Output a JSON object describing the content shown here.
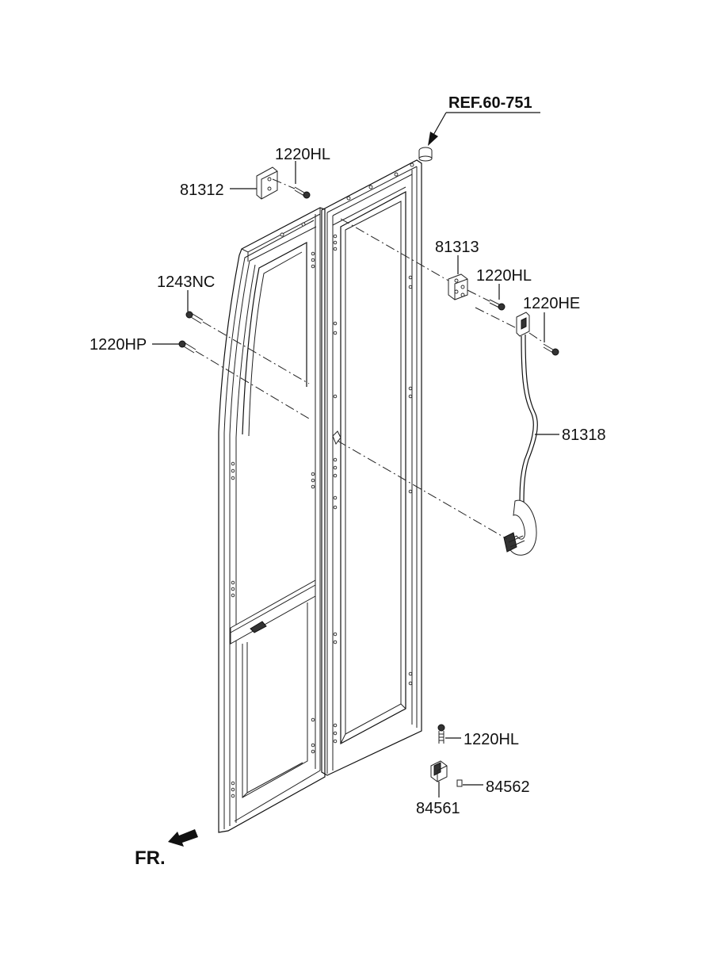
{
  "labels": {
    "ref": "REF.60-751",
    "p1220hl_top": "1220HL",
    "p81312": "81312",
    "p81313": "81313",
    "p1220hl_mid": "1220HL",
    "p1243nc": "1243NC",
    "p1220he": "1220HE",
    "p1220hp": "1220HP",
    "p81318": "81318",
    "p1220hl_bottom": "1220HL",
    "p84562": "84562",
    "p84561": "84561",
    "front": "FR."
  },
  "colors": {
    "line": "#111111",
    "background": "#ffffff"
  }
}
